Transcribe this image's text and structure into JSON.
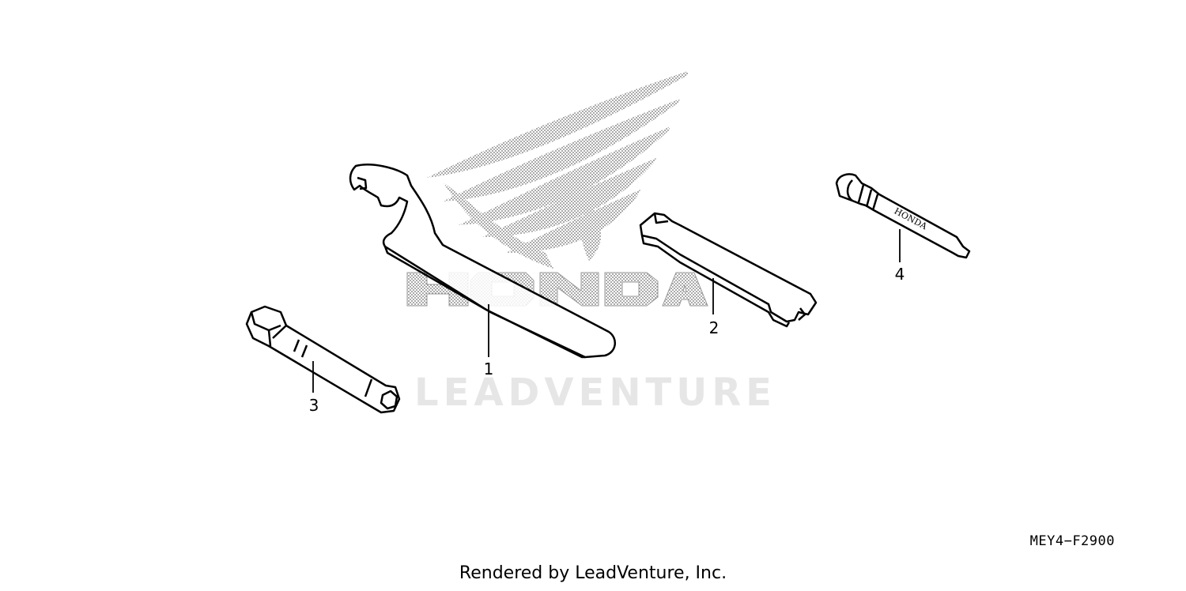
{
  "watermark": {
    "logo_text": "HONDA",
    "brand_text": "LEADVENTURE",
    "logo_color": "#8a8a8a",
    "brand_color": "#e6e6e6"
  },
  "parts": [
    {
      "callout": "1",
      "item": "pin-spanner-wrench"
    },
    {
      "callout": "2",
      "item": "spoke-wrench"
    },
    {
      "callout": "3",
      "item": "box-socket-wrench"
    },
    {
      "callout": "4",
      "item": "tire-pressure-gauge",
      "engraving": "HONDA"
    }
  ],
  "drawing_code": "MEY4−F2900",
  "footer": "Rendered by LeadVenture, Inc."
}
